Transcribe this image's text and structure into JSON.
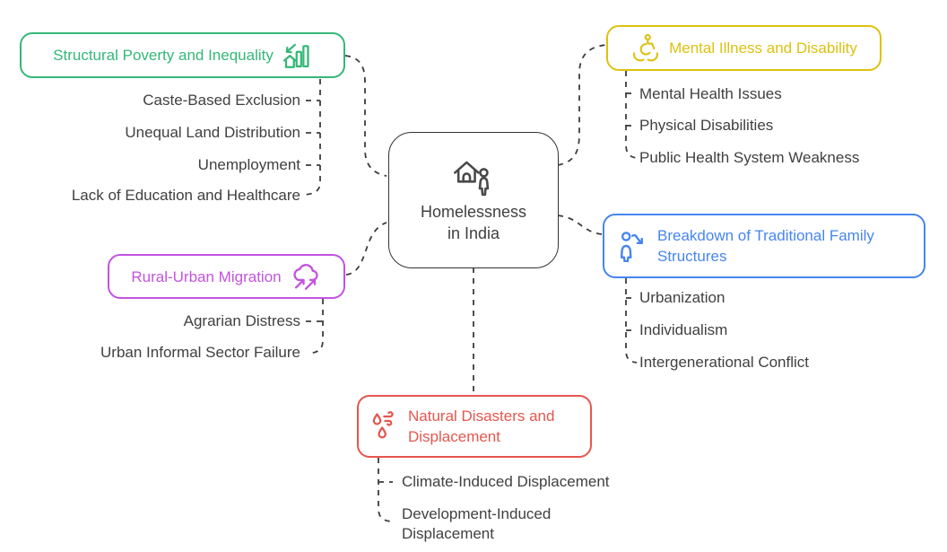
{
  "diagram": {
    "type": "mindmap",
    "background": "#ffffff",
    "connector_color": "#3c3c3c",
    "connector_style": "dashed"
  },
  "center": {
    "line1": "Homelessness",
    "line2": "in India",
    "icon": "house-person-icon",
    "border_color": "#333333"
  },
  "branches": [
    {
      "id": "structural-poverty",
      "label": "Structural Poverty and Inequality",
      "color": "#34b877",
      "icon": "declining-economy-house-icon",
      "children": [
        "Caste-Based Exclusion",
        "Unequal Land Distribution",
        "Unemployment",
        "Lack of Education and Healthcare"
      ]
    },
    {
      "id": "rural-urban-migration",
      "label": "Rural-Urban Migration",
      "color": "#c353e0",
      "icon": "cloud-migration-arrows-icon",
      "children": [
        "Agrarian Distress",
        "Urban Informal Sector Failure"
      ]
    },
    {
      "id": "mental-illness-disability",
      "label": "Mental Illness and Disability",
      "color": "#ddc110",
      "icon": "wheelchair-care-hands-icon",
      "children": [
        "Mental Health Issues",
        "Physical Disabilities",
        "Public Health System Weakness"
      ]
    },
    {
      "id": "family-breakdown",
      "label": "Breakdown of Traditional Family Structures",
      "color": "#4785f0",
      "icon": "person-decline-arrow-icon",
      "children": [
        "Urbanization",
        "Individualism",
        "Intergenerational Conflict"
      ]
    },
    {
      "id": "natural-disasters",
      "label": "Natural Disasters and Displacement",
      "color": "#e5564e",
      "icon": "flood-storm-droplets-icon",
      "children": [
        "Climate-Induced Displacement",
        "Development-Induced Displacement"
      ]
    }
  ]
}
